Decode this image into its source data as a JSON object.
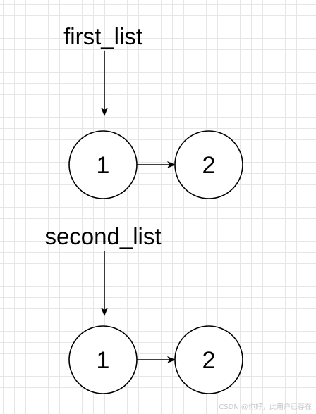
{
  "diagram": {
    "lists": [
      {
        "label": "first_list",
        "nodes": [
          {
            "value": "1"
          },
          {
            "value": "2"
          }
        ]
      },
      {
        "label": "second_list",
        "nodes": [
          {
            "value": "1"
          },
          {
            "value": "2"
          }
        ]
      }
    ]
  },
  "watermark": "CSDN @你好，此用户已存在",
  "colors": {
    "stroke": "#000000",
    "background": "#ffffff",
    "grid": "#e6e6e6"
  }
}
